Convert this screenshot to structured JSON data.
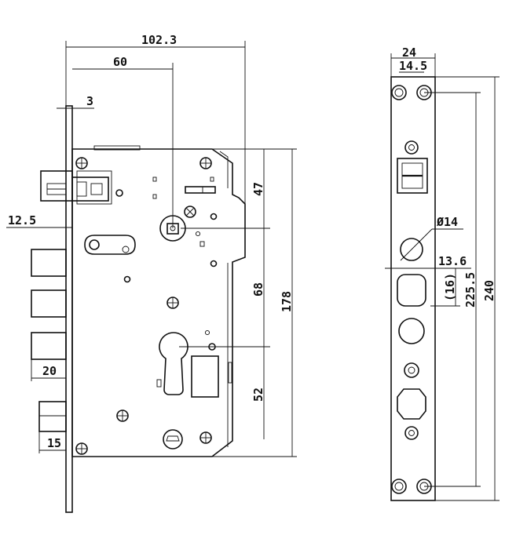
{
  "colors": {
    "ink": "#111111",
    "paper": "#ffffff"
  },
  "side_view": {
    "dimensions": {
      "overall_width": "102.3",
      "backset": "60",
      "faceplate_thickness": "3",
      "latch_offset": "12.5",
      "height_upper": "47",
      "height_middle": "68",
      "height_lower": "52",
      "case_height": "178",
      "deadbolt_throw": "20",
      "latch_throw": "15"
    }
  },
  "front_view": {
    "dimensions": {
      "plate_width": "24",
      "hole_spacing": "14.5",
      "hole_diameter": "Ø14",
      "hole_offset": "13.6",
      "inner_spacing": "(16)",
      "screw_spacing": "225.5",
      "plate_length": "240"
    }
  }
}
